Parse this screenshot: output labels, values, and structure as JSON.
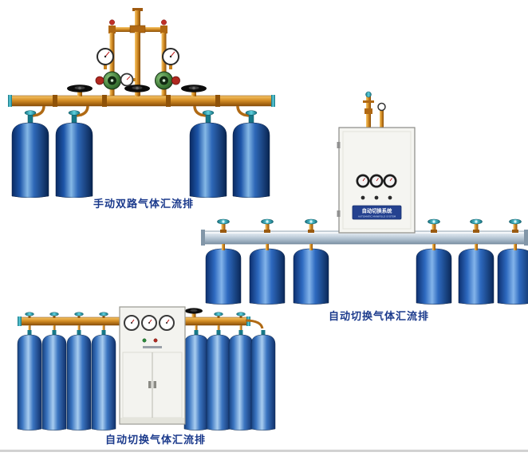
{
  "figures": [
    {
      "caption": "手动双路气体汇流排"
    },
    {
      "caption": "自动切换气体汇流排"
    },
    {
      "caption": "自动切换气体汇流排"
    }
  ],
  "cabinet_plate": {
    "title": "自动切换系统",
    "subtitle": "AUTOMATIC MANIFOLD SYSTEM"
  },
  "colors": {
    "caption_text": "#1b3a8c",
    "cylinder_blue": "#2e6ac0",
    "valve_teal": "#2a9fae",
    "pipe_brass": "#d08820",
    "cabinet_body": "#f5f5f1",
    "plate_blue": "#24418f"
  }
}
